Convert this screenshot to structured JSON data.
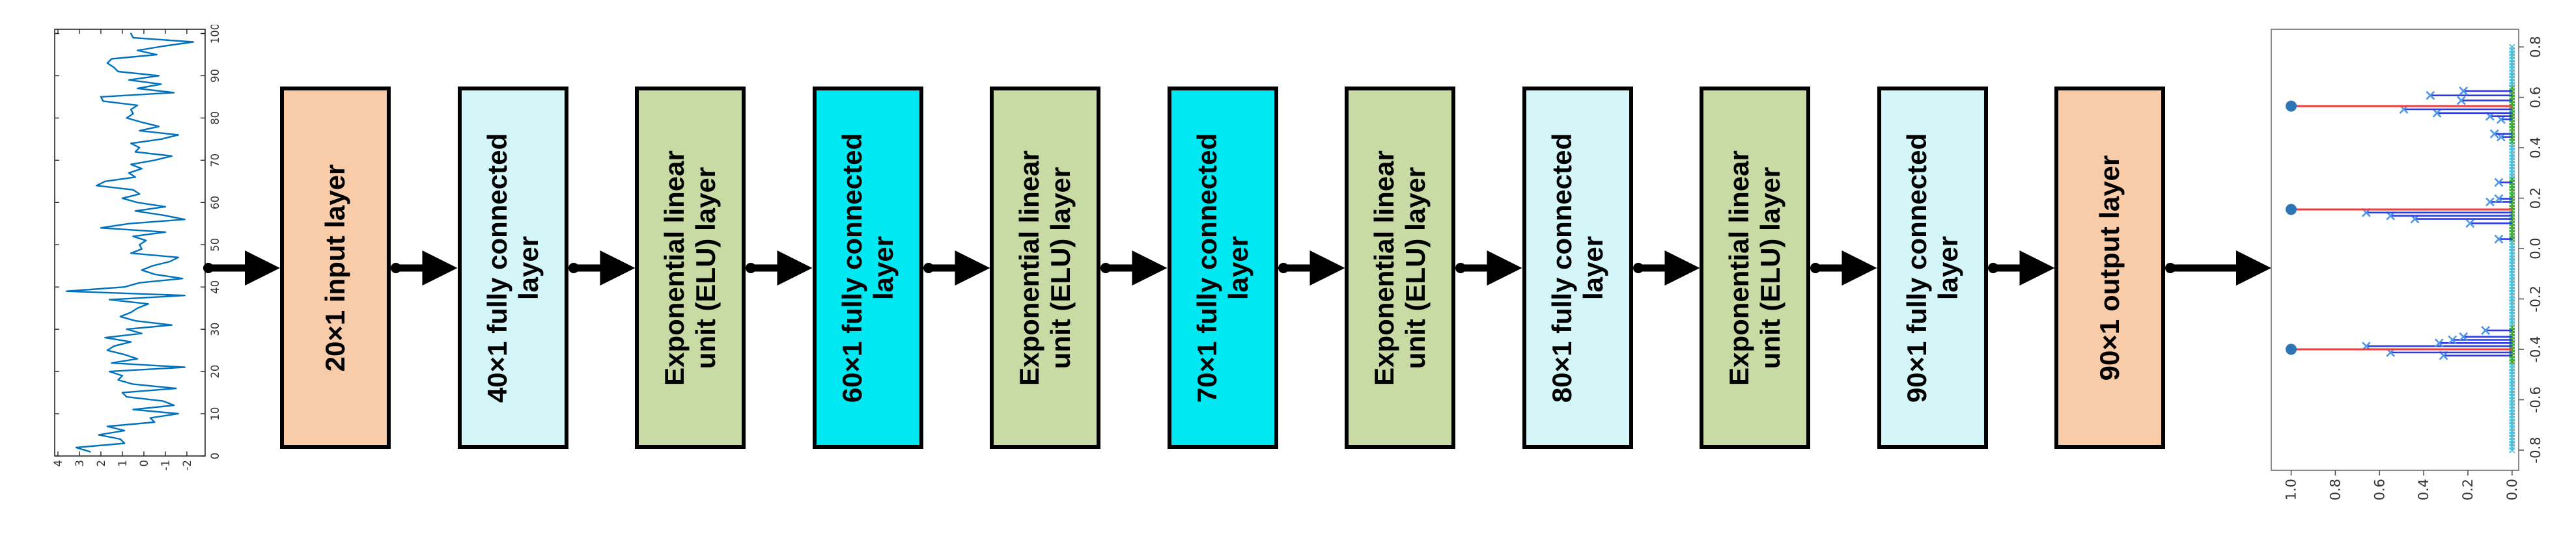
{
  "diagram": {
    "background": "#FFFFFF",
    "arrow_color": "#000000",
    "network": {
      "layers": [
        {
          "name": "input-20x1",
          "label": "20×1 input layer",
          "lines": [
            "20×1 input layer"
          ],
          "fill": "#F8CBA9"
        },
        {
          "name": "fc-40x1",
          "label": "40×1 fully connected layer",
          "lines": [
            "40×1 fully connected",
            "layer"
          ],
          "fill": "#D4F6F9"
        },
        {
          "name": "elu-1",
          "label": "Exponential linear unit (ELU) layer",
          "lines": [
            "Exponential linear",
            "unit (ELU) layer"
          ],
          "fill": "#C8DBA4"
        },
        {
          "name": "fc-60x1",
          "label": "60×1 fully connected layer",
          "lines": [
            "60×1 fully connected",
            "layer"
          ],
          "fill": "#00E9F2"
        },
        {
          "name": "elu-2",
          "label": "Exponential linear unit (ELU) layer",
          "lines": [
            "Exponential linear",
            "unit (ELU) layer"
          ],
          "fill": "#C8DBA4"
        },
        {
          "name": "fc-70x1",
          "label": "70×1 fully connected layer",
          "lines": [
            "70×1 fully connected",
            "layer"
          ],
          "fill": "#00E9F2"
        },
        {
          "name": "elu-3",
          "label": "Exponential linear unit (ELU) layer",
          "lines": [
            "Exponential linear",
            "unit (ELU) layer"
          ],
          "fill": "#C8DBA4"
        },
        {
          "name": "fc-80x1",
          "label": "80×1 fully connected layer",
          "lines": [
            "80×1 fully connected",
            "layer"
          ],
          "fill": "#D4F6F9"
        },
        {
          "name": "elu-4",
          "label": "Exponential linear unit (ELU) layer",
          "lines": [
            "Exponential linear",
            "unit (ELU) layer"
          ],
          "fill": "#C8DBA4"
        },
        {
          "name": "fc-90x1",
          "label": "90×1 fully connected layer",
          "lines": [
            "90×1 fully connected",
            "layer"
          ],
          "fill": "#D4F6F9"
        },
        {
          "name": "output-90x1",
          "label": "90×1 output layer",
          "lines": [
            "90×1 output layer"
          ],
          "fill": "#F8CBA9"
        }
      ]
    }
  },
  "chart_data": [
    {
      "id": "input-signal",
      "type": "line",
      "orientation": "rotated-90-ccw",
      "title": "",
      "xlabel": "",
      "ylabel": "",
      "x_start": 1,
      "x_step": 1,
      "values": [
        2.5,
        3.15,
        0.9,
        1.1,
        2.1,
        0.9,
        1.7,
        -0.5,
        -0.3,
        -1.6,
        0.5,
        -1.4,
        -0.9,
        0.8,
        1.0,
        -1.5,
        0.5,
        1.2,
        1.0,
        1.6,
        -1.9,
        1.5,
        0.3,
        0.9,
        1.7,
        1.4,
        0.6,
        1.8,
        0.1,
        0.8,
        -1.3,
        0.4,
        1.1,
        0.6,
        0.3,
        -0.2,
        1.6,
        -1.9,
        3.6,
        0.9,
        0.2,
        -1.8,
        -0.5,
        0.1,
        -0.4,
        -1.2,
        -1.6,
        0.6,
        0.1,
        0.2,
        -0.1,
        0.5,
        -1.0,
        2.0,
        0.7,
        -1.9,
        -0.9,
        0.4,
        -1.0,
        0.3,
        1.0,
        0.2,
        0.5,
        2.2,
        1.8,
        0.4,
        0.7,
        0.1,
        0.6,
        -0.5,
        -1.3,
        0.4,
        0.2,
        0.6,
        -0.8,
        -1.6,
        0.2,
        -0.7,
        0.1,
        0.8,
        0.5,
        0.6,
        0.3,
        1.9,
        2.0,
        -1.4,
        0.3,
        -0.8,
        0.7,
        -0.7,
        1.2,
        1.4,
        1.7,
        1.5,
        -0.6,
        0.3,
        -0.9,
        -2.3,
        0.5,
        0.6
      ],
      "xlim": [
        0,
        101
      ],
      "ylim": [
        -2.85,
        4.15
      ],
      "xticks": {
        "values": [
          0,
          10,
          20,
          30,
          40,
          50,
          60,
          70,
          80,
          90,
          100
        ],
        "labels": [
          "0",
          "10",
          "20",
          "30",
          "40",
          "50",
          "60",
          "70",
          "80",
          "90",
          "100"
        ]
      },
      "yticks": {
        "values": [
          -2,
          -1,
          0,
          1,
          2,
          3,
          4
        ],
        "labels": [
          "-2",
          "-1",
          "0",
          "1",
          "2",
          "3",
          "4"
        ]
      },
      "line_color": "#0072BD",
      "frame_color": "#262626",
      "grid": false,
      "legend": null
    },
    {
      "id": "output-spectrum",
      "type": "stem",
      "orientation": "rotated-90-ccw",
      "title": "",
      "xlabel": "",
      "ylabel": "",
      "xlim": [
        -0.88,
        0.87
      ],
      "ylim": [
        -0.03,
        1.09
      ],
      "xticks": {
        "values": [
          -0.8,
          -0.6,
          -0.4,
          -0.2,
          0,
          0.2,
          0.4,
          0.6,
          0.8
        ],
        "labels": [
          "-0.8",
          "-0.6",
          "-0.4",
          "-0.2",
          "0.0",
          "0.2",
          "0.4",
          "0.6",
          "0.8"
        ]
      },
      "yticks": {
        "values": [
          0,
          0.2,
          0.4,
          0.6,
          0.8,
          1
        ],
        "labels": [
          "0.0",
          "0.2",
          "0.4",
          "0.6",
          "0.8",
          "1.0"
        ]
      },
      "frame_color": "#8A8A8A",
      "grid": false,
      "series": {
        "true_components": {
          "marker": "filled-circle",
          "marker_color": "#2E75B6",
          "stem_color": "#F23B3B",
          "x": [
            -0.4,
            0.155,
            0.565
          ],
          "amplitude": [
            1.0,
            1.0,
            1.0
          ]
        },
        "estimated_components": {
          "marker": "x",
          "marker_color": "#4D96E8",
          "stem_color": "#2B3BE8",
          "points": [
            [
              -0.425,
              0.31
            ],
            [
              -0.4125,
              0.55
            ],
            [
              -0.3875,
              0.66
            ],
            [
              -0.375,
              0.33
            ],
            [
              -0.3625,
              0.27
            ],
            [
              -0.35,
              0.22
            ],
            [
              -0.325,
              0.12
            ],
            [
              0.0375,
              0.06
            ],
            [
              0.1,
              0.19
            ],
            [
              0.1175,
              0.44
            ],
            [
              0.13,
              0.55
            ],
            [
              0.1425,
              0.66
            ],
            [
              0.185,
              0.1
            ],
            [
              0.1975,
              0.06
            ],
            [
              0.2625,
              0.06
            ],
            [
              0.4425,
              0.05
            ],
            [
              0.455,
              0.08
            ],
            [
              0.5125,
              0.05
            ],
            [
              0.525,
              0.1
            ],
            [
              0.5375,
              0.34
            ],
            [
              0.5525,
              0.49
            ],
            [
              0.5875,
              0.23
            ],
            [
              0.6075,
              0.37
            ],
            [
              0.625,
              0.22
            ]
          ]
        },
        "candidate_grid": {
          "marker": "x",
          "marker_color": "#45BEE0",
          "near_peak_marker_color": "#2FA83C",
          "baseline_color": "#F09A32",
          "start": -0.8,
          "stop": 0.8,
          "step": 0.0125,
          "amplitude": 0,
          "near_peak_windows": [
            [
              -0.46,
              -0.305
            ],
            [
              0.03,
              0.285
            ],
            [
              0.425,
              0.64
            ]
          ]
        }
      }
    }
  ]
}
